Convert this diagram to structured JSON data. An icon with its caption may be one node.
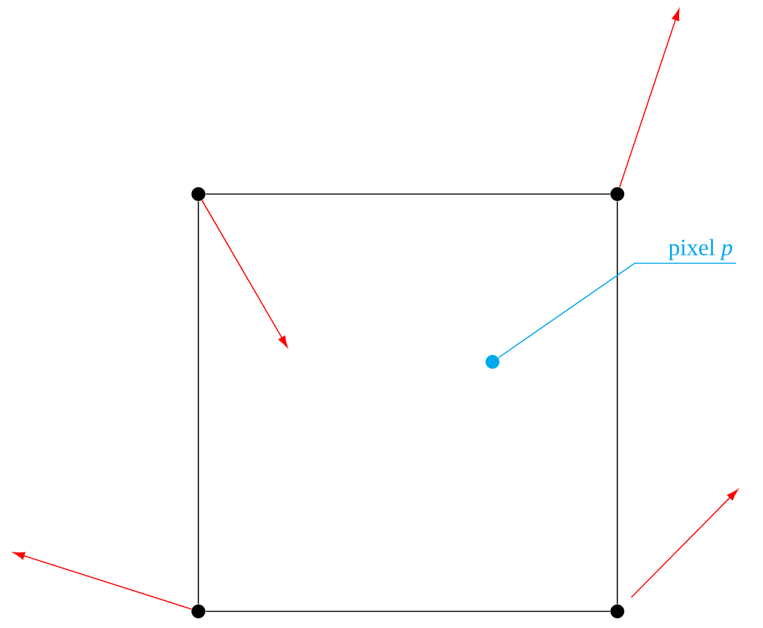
{
  "diagram": {
    "nodes": [
      {
        "text": [],
        "shape": "circle"
      },
      {
        "text": [],
        "shape": "circle"
      },
      {
        "text": [],
        "shape": "circle"
      },
      {
        "text": [],
        "shape": "circle"
      },
      {
        "text": [],
        "shape": "circle"
      },
      {
        "text": [
          "pixel *p*"
        ]
      }
    ],
    "edges": [
      {
        "from": 0,
        "to": 1,
        "arrow": "none"
      },
      {
        "from": 1,
        "to": 3,
        "arrow": "none"
      },
      {
        "from": 3,
        "to": 2,
        "arrow": "none"
      },
      {
        "from": 2,
        "to": 0,
        "arrow": "none"
      },
      {
        "from": 0,
        "to": null,
        "arrow": "to",
        "color": "#ff0000"
      },
      {
        "from": 1,
        "to": null,
        "arrow": "to",
        "color": "#ff0000"
      },
      {
        "from": 2,
        "to": null,
        "arrow": "to",
        "color": "#ff0000"
      },
      {
        "from": 3,
        "to": null,
        "arrow": "to",
        "color": "#ff0000"
      },
      {
        "from": 5,
        "to": 4,
        "arrow": "none",
        "color": "#00a8ec"
      }
    ]
  }
}
